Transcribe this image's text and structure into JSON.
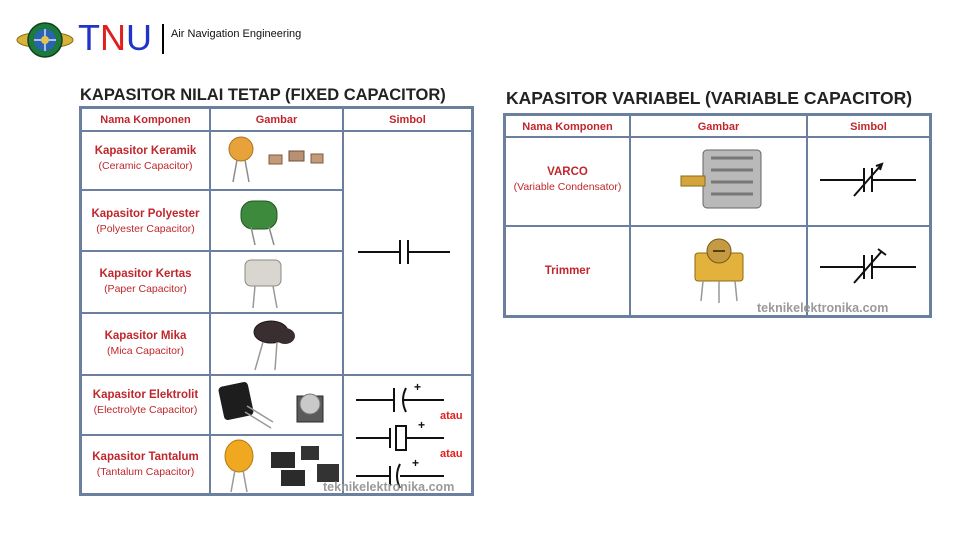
{
  "header": {
    "brand_t": "T",
    "brand_n": "N",
    "brand_u": "U",
    "subtitle": "Air Navigation Engineering",
    "logo_icon": "tnu-emblem-icon"
  },
  "fixed": {
    "title": "KAPASITOR NILAI TETAP (FIXED CAPACITOR)",
    "headers": [
      "Nama Komponen",
      "Gambar",
      "Simbol"
    ],
    "rows": [
      {
        "name": "Kapasitor Keramik",
        "en": "(Ceramic Capacitor)"
      },
      {
        "name": "Kapasitor Polyester",
        "en": "(Polyester Capacitor)"
      },
      {
        "name": "Kapasitor Kertas",
        "en": "(Paper Capacitor)"
      },
      {
        "name": "Kapasitor Mika",
        "en": "(Mica Capacitor)"
      },
      {
        "name": "Kapasitor Elektrolit",
        "en": "(Electrolyte Capacitor)"
      },
      {
        "name": "Kapasitor Tantalum",
        "en": "(Tantalum Capacitor)"
      }
    ],
    "atau_1": "atau",
    "atau_2": "atau",
    "plus": "+",
    "watermark": "teknikelektronika.com"
  },
  "variable": {
    "title": "KAPASITOR VARIABEL (VARIABLE CAPACITOR)",
    "headers": [
      "Nama Komponen",
      "Gambar",
      "Simbol"
    ],
    "rows": [
      {
        "name": "VARCO",
        "en": "(Variable Condensator)"
      },
      {
        "name": "Trimmer",
        "en": ""
      }
    ],
    "watermark": "teknikelektronika.com"
  }
}
